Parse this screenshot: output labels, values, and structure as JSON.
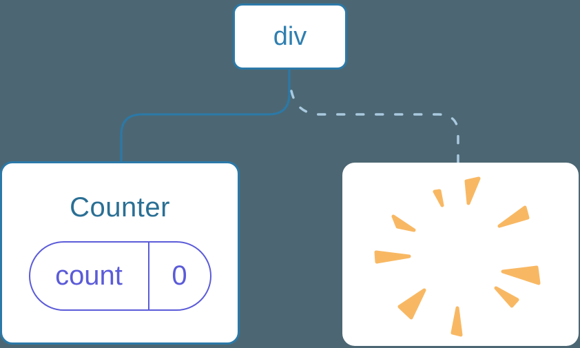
{
  "diagram": {
    "root": {
      "label": "div"
    },
    "counter": {
      "title": "Counter",
      "state": {
        "key": "count",
        "value": "0"
      }
    },
    "removed": {
      "icon": "poof-burst-icon"
    }
  },
  "colors": {
    "background": "#4c6773",
    "card_background": "#ffffff",
    "node_border": "#2b79a8",
    "node_text": "#2f7fb0",
    "counter_title": "#2a6f94",
    "state_accent": "#5b5bd9",
    "dashed_connector": "#a9c9df",
    "poof_orange": "#f8b863"
  }
}
